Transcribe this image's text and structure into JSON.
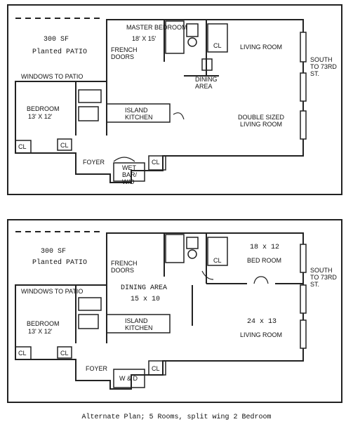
{
  "plan_a": {
    "patio_sf": "300 SF",
    "patio_label": "Planted PATIO",
    "windows_to_patio": "WINDOWS TO PATIO",
    "master_bedroom": "MASTER BEDROOM",
    "master_bedroom_size": "18' X 15'",
    "french_doors": "FRENCH DOORS",
    "closet_1": "CL",
    "living_room": "LIVING ROOM",
    "south_to": "SOUTH TO 73RD ST.",
    "dining_area": "DINING AREA",
    "bedroom": "BEDROOM",
    "bedroom_size": "13' X 12'",
    "island_kitchen": "ISLAND KITCHEN",
    "double_sized_living_room": "DOUBLE SIZED LIVING ROOM",
    "closet_2": "CL",
    "closet_3": "CL",
    "foyer": "FOYER",
    "wet_bar": "WET BAR/ W/D",
    "closet_4": "CL"
  },
  "plan_b": {
    "patio_sf": "300 SF",
    "patio_label": "Planted PATIO",
    "french_doors": "FRENCH DOORS",
    "closet_1": "CL",
    "bedroom_size_2": "18 x 12",
    "bed_room": "BED ROOM",
    "south_to": "SOUTH TO 73RD ST.",
    "dining_area": "DINING AREA",
    "dining_size": "15 x 10",
    "windows_to_patio": "WINDOWS TO PATIO",
    "bedroom": "BEDROOM",
    "bedroom_size": "13' X 12'",
    "island_kitchen": "ISLAND KITCHEN",
    "living_size": "24 x 13",
    "living_room": "LIVING ROOM",
    "closet_2": "CL",
    "closet_3": "CL",
    "foyer": "FOYER",
    "wd": "W & D",
    "closet_4": "CL"
  },
  "caption": "Alternate Plan;  5 Rooms, split wing 2 Bedroom"
}
